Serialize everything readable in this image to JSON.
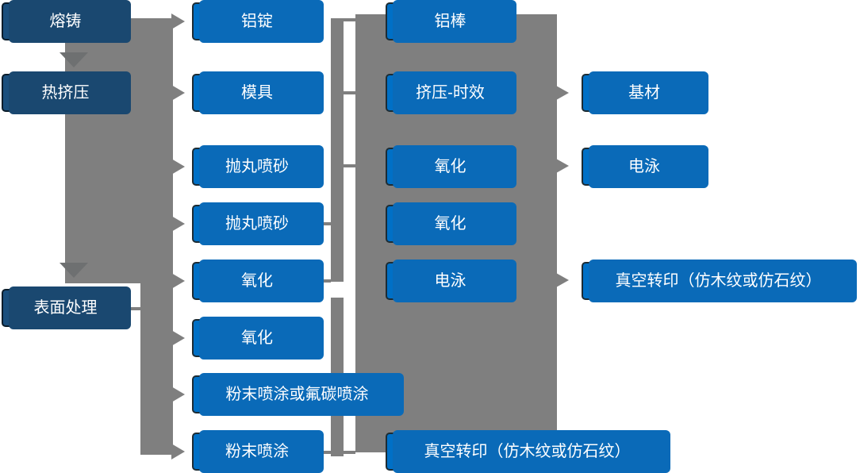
{
  "diagram": {
    "description": "Aluminum profile production process flowchart",
    "colors": {
      "node_blue": "#0070C6",
      "node_dark_blue": "#1B4F7D",
      "connector_gray": "#7F7F7F",
      "arrow_dark_gray": "#6E7071",
      "text": "#FFFFFF"
    },
    "nodes": {
      "col1": [
        "熔铸",
        "热挤压",
        "表面处理"
      ],
      "col2": [
        "铝锭",
        "模具",
        "抛丸喷砂",
        "抛丸喷砂",
        "氧化",
        "氧化",
        "粉末喷涂或氟碳喷涂",
        "粉末喷涂"
      ],
      "col3": [
        "铝棒",
        "挤压-时效",
        "氧化",
        "氧化",
        "电泳",
        "真空转印（仿木纹或仿石纹）"
      ],
      "col4": [
        "基材",
        "电泳",
        "真空转印（仿木纹或仿石纹）"
      ]
    }
  }
}
